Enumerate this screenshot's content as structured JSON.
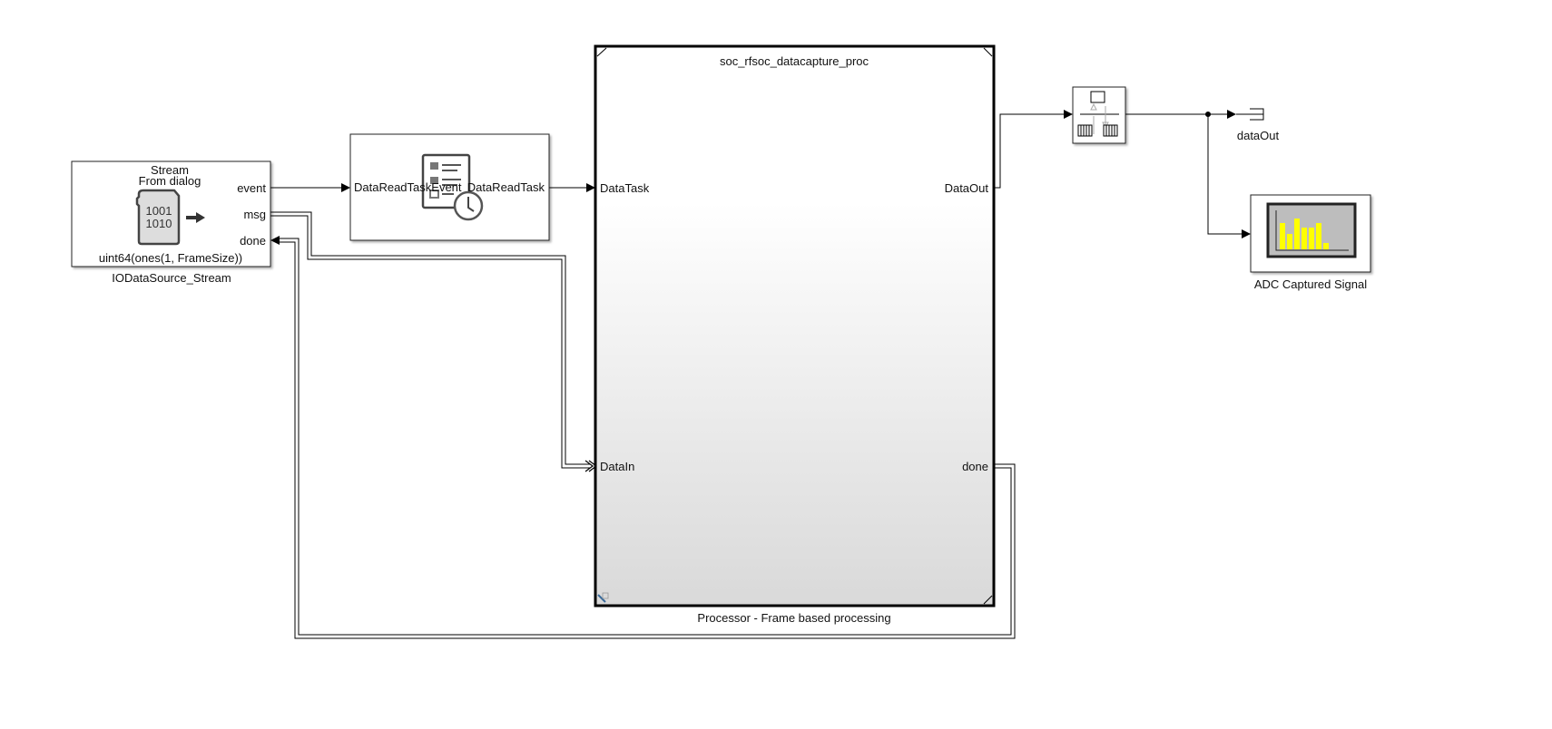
{
  "source_block": {
    "name": "IODataSource_Stream",
    "title_line1": "Stream",
    "title_line2": "From dialog",
    "icon_text_1": "1001",
    "icon_text_2": "1010",
    "parameter": "uint64(ones(1, FrameSize))",
    "ports": {
      "event": "event",
      "msg": "msg",
      "done": "done"
    }
  },
  "task_block": {
    "input_port": "DataReadTaskEvent",
    "output_port": "DataReadTask",
    "icon": "task-checklist-clock-icon"
  },
  "processor_block": {
    "title": "soc_rfsoc_datacapture_proc",
    "name": "Processor - Frame based processing",
    "ports": {
      "data_task": "DataTask",
      "data_in": "DataIn",
      "data_out": "DataOut",
      "done": "done"
    }
  },
  "queue_block": {
    "icon": "message-queue-icon"
  },
  "outport": {
    "label": "dataOut"
  },
  "scope_block": {
    "name": "ADC Captured Signal",
    "icon": "spectrum-scope-icon",
    "bar_color": "#ffff00"
  }
}
